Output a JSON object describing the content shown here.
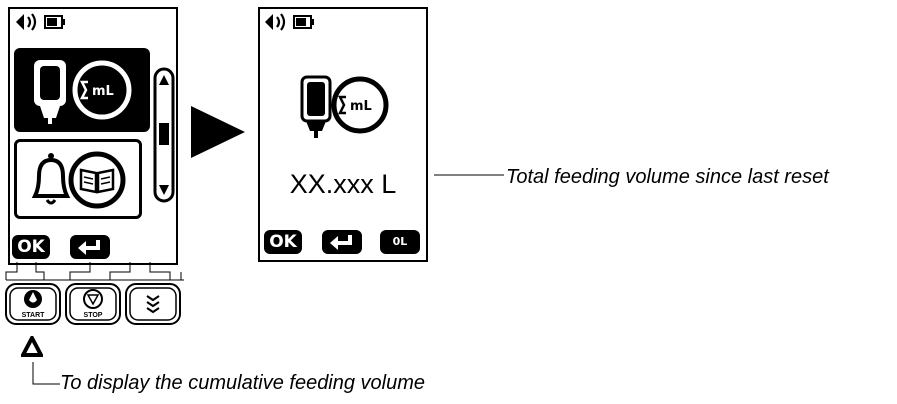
{
  "left_screen": {
    "status_icons": [
      "speaker-icon",
      "battery-icon"
    ],
    "menu_items": [
      {
        "icon": "cumulative-volume-icon",
        "selected": true,
        "badge": "mL"
      },
      {
        "icon": "alarm-log-icon",
        "selected": false
      }
    ],
    "softkeys": {
      "ok_label": "OK",
      "back_icon": "return-arrow-icon"
    }
  },
  "right_screen": {
    "status_icons": [
      "speaker-icon",
      "battery-icon"
    ],
    "content_icon": "cumulative-volume-icon",
    "content_badge": "mL",
    "volume_value": "XX.xxx L",
    "softkeys": {
      "ok_label": "OK",
      "back_icon": "return-arrow-icon",
      "reset_label": "0L"
    }
  },
  "hardware_buttons": [
    {
      "label": "START",
      "icon": "start-drop-icon"
    },
    {
      "label": "STOP",
      "icon": "stop-drop-icon"
    },
    {
      "label": "",
      "icon": "menu-chevrons-icon"
    }
  ],
  "annotations": {
    "volume_caption": "Total feeding volume since last reset",
    "button_caption": "To display the cumulative feeding volume"
  },
  "colors": {
    "foreground": "#000000",
    "background": "#ffffff"
  }
}
